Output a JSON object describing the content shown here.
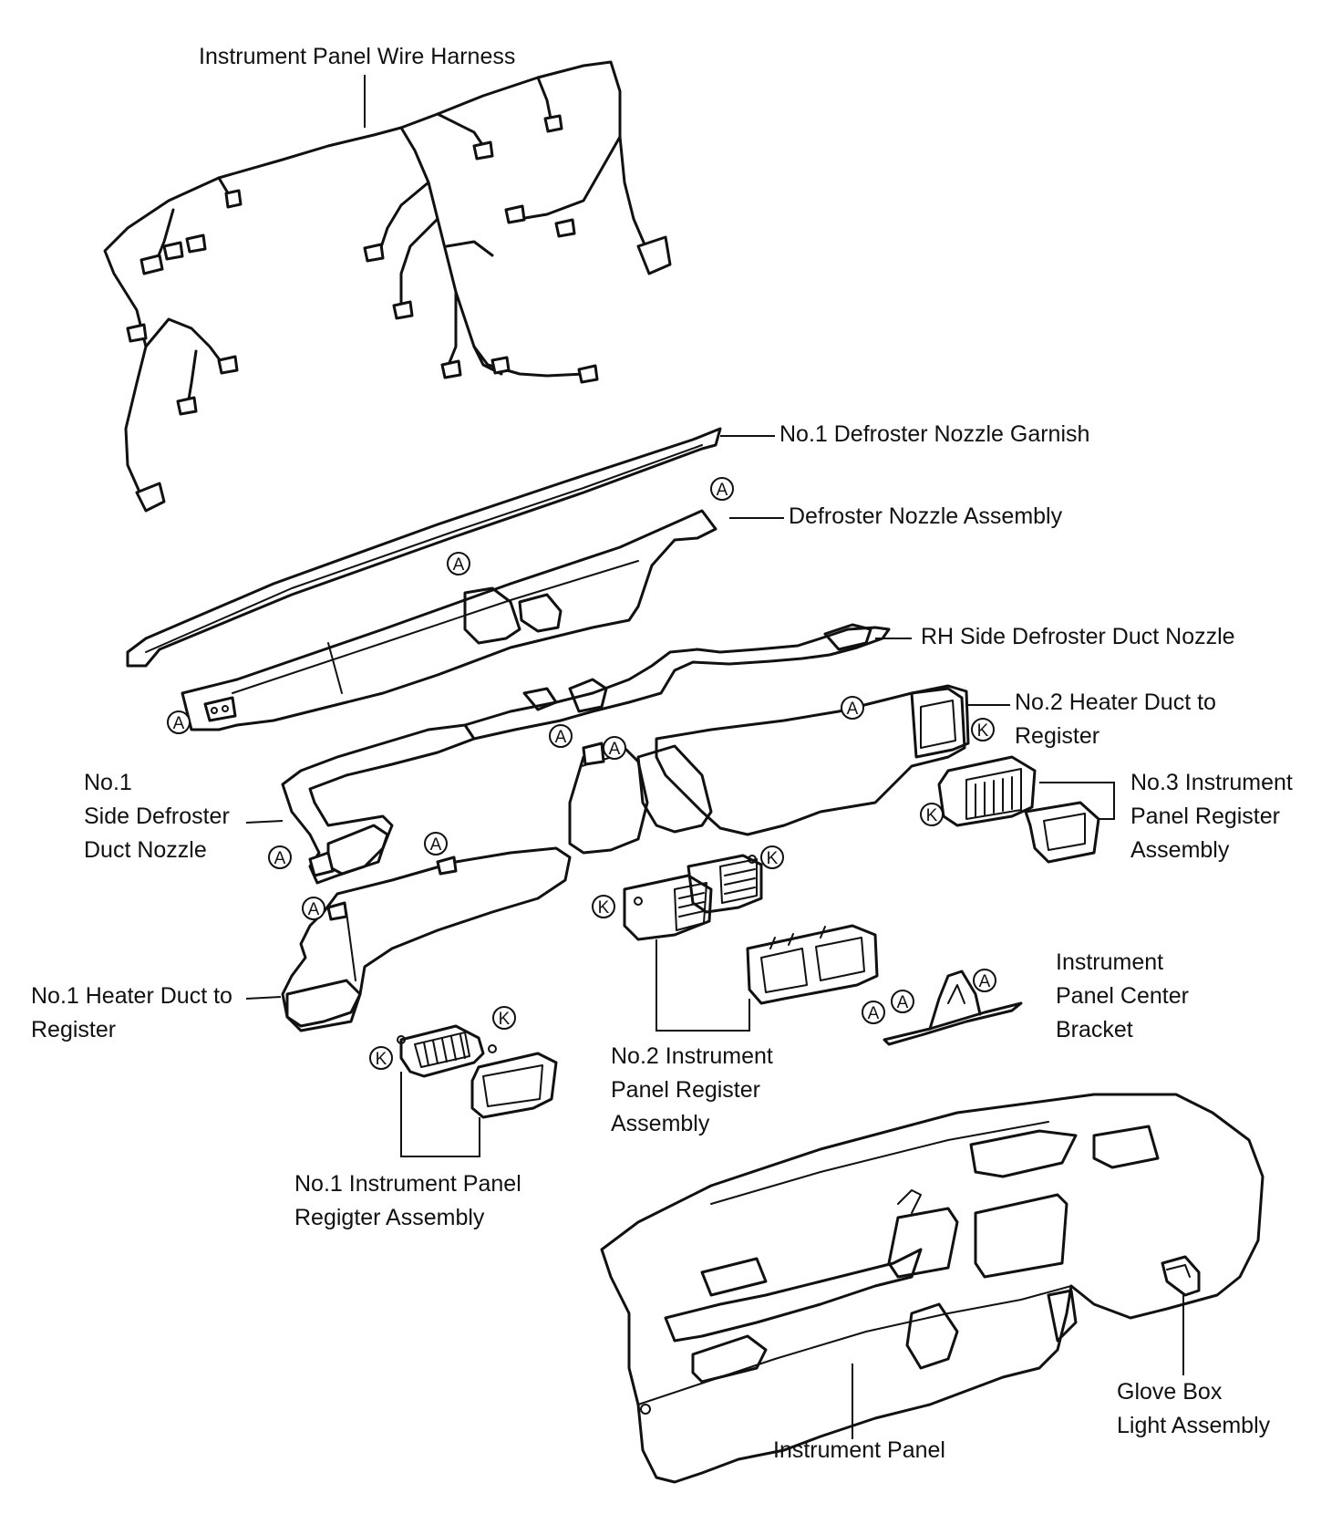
{
  "labels": {
    "wire_harness": "Instrument Panel Wire Harness",
    "defroster_nozzle_garnish": "No.1 Defroster Nozzle Garnish",
    "defroster_nozzle_assembly": "Defroster Nozzle Assembly",
    "rh_side_defroster_duct_nozzle": "RH Side Defroster Duct Nozzle",
    "no2_heater_duct": "No.2 Heater Duct to\nRegister",
    "no1_side_defroster_duct_nozzle": "No.1\nSide Defroster\nDuct Nozzle",
    "no3_register_assembly": "No.3 Instrument\nPanel Register\nAssembly",
    "center_bracket": "Instrument\nPanel Center\nBracket",
    "no1_heater_duct": "No.1 Heater Duct to\nRegister",
    "no2_register_assembly": "No.2 Instrument\nPanel Register\nAssembly",
    "no1_register_assembly": "No.1 Instrument Panel\nRegigter Assembly",
    "glove_box_light": "Glove Box\nLight Assembly",
    "instrument_panel": "Instrument Panel"
  },
  "markers": {
    "a": "A",
    "k": "K"
  }
}
